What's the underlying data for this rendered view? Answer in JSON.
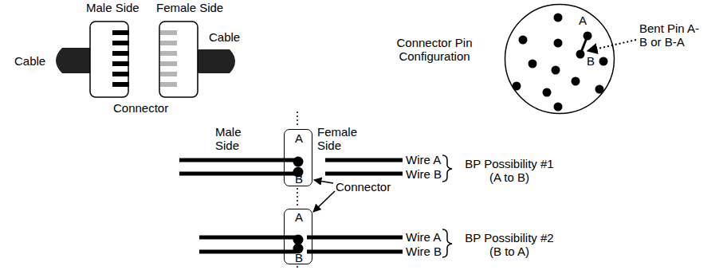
{
  "diagram": {
    "nodes": [
      {
        "text": [
          "A",
          "B"
        ]
      },
      {
        "text": [
          "A",
          "B"
        ]
      },
      {
        "text": [
          "A",
          "B"
        ]
      }
    ],
    "labels": [
      "Male Side",
      "Female Side",
      "Cable",
      "Cable",
      "Connector",
      "Connector Pin Configuration",
      "Bent Pin A-B or B-A",
      "Male Side",
      "Female Side",
      "Wire A",
      "Wire B",
      "BP Possibility #1 (A to B)",
      "Connector",
      "Wire A",
      "Wire B",
      "BP Possibility #2 (B to A)"
    ]
  }
}
